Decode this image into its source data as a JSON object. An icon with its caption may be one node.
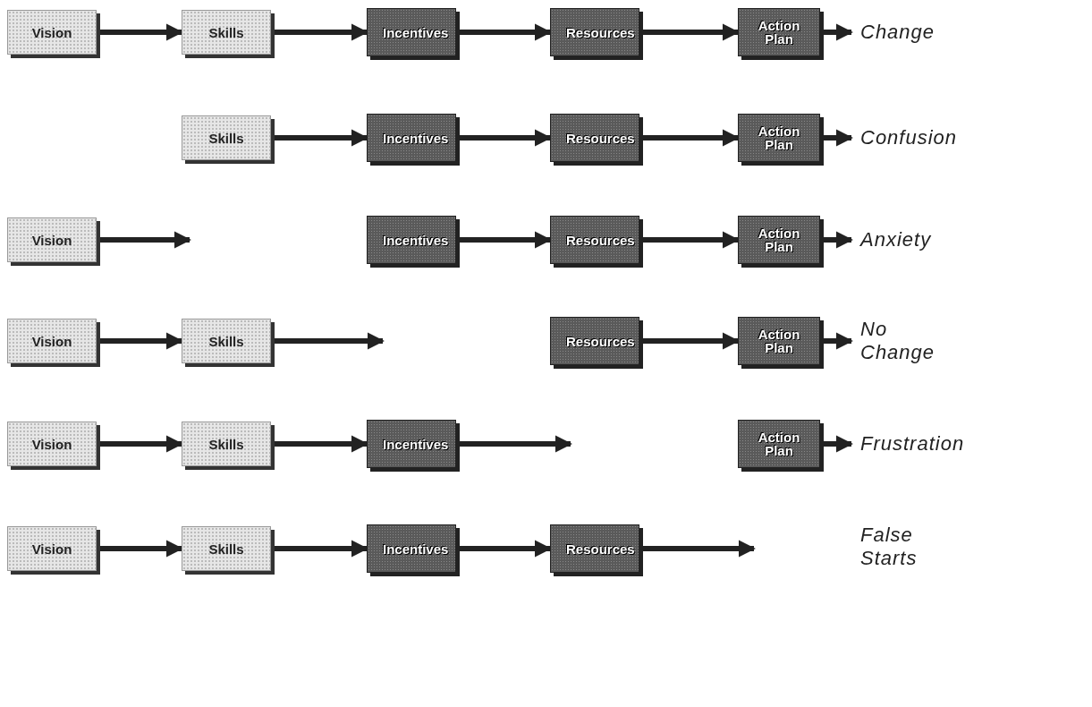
{
  "diagram": {
    "nodes": [
      {
        "text": [
          "Vision"
        ]
      },
      {
        "text": [
          "Skills"
        ]
      },
      {
        "text": [
          "Incentives"
        ]
      },
      {
        "text": [
          "Resources"
        ]
      },
      {
        "text": [
          "Action Plan"
        ]
      },
      {
        "text": [
          "Change"
        ]
      },
      {
        "text": [
          "Skills"
        ]
      },
      {
        "text": [
          "Incentives"
        ]
      },
      {
        "text": [
          "Resources"
        ]
      },
      {
        "text": [
          "Action Plan"
        ]
      },
      {
        "text": [
          "Confusion"
        ]
      },
      {
        "text": [
          "Vision"
        ]
      },
      {
        "text": [
          "Incentives"
        ]
      },
      {
        "text": [
          "Resources"
        ]
      },
      {
        "text": [
          "Action Plan"
        ]
      },
      {
        "text": [
          "Anxiety"
        ]
      },
      {
        "text": [
          "Vision"
        ]
      },
      {
        "text": [
          "Skills"
        ]
      },
      {
        "text": [
          "Resources"
        ]
      },
      {
        "text": [
          "Action Plan"
        ]
      },
      {
        "text": [
          "No Change"
        ]
      },
      {
        "text": [
          "Vision"
        ]
      },
      {
        "text": [
          "Skills"
        ]
      },
      {
        "text": [
          "Incentives"
        ]
      },
      {
        "text": [
          "Action Plan"
        ]
      },
      {
        "text": [
          "Frustration"
        ]
      },
      {
        "text": [
          "Vision"
        ]
      },
      {
        "text": [
          "Skills"
        ]
      },
      {
        "text": [
          "Incentives"
        ]
      },
      {
        "text": [
          "Resources"
        ]
      }
    ],
    "edges": [
      {
        "from": 0,
        "to": 1,
        "arrow": "to"
      },
      {
        "from": 1,
        "to": 2,
        "arrow": "to"
      },
      {
        "from": 2,
        "to": 3,
        "arrow": "to"
      },
      {
        "from": 3,
        "to": 4,
        "arrow": "to"
      },
      {
        "from": 4,
        "to": 5,
        "arrow": "to"
      },
      {
        "from": 6,
        "to": 7,
        "arrow": "to"
      },
      {
        "from": 7,
        "to": 8,
        "arrow": "to"
      },
      {
        "from": 8,
        "to": 9,
        "arrow": "to"
      },
      {
        "from": 9,
        "to": 10,
        "arrow": "to"
      },
      {
        "from": 11,
        "to": null,
        "arrow": "to"
      },
      {
        "from": 12,
        "to": 13,
        "arrow": "to"
      },
      {
        "from": 13,
        "to": 14,
        "arrow": "to"
      },
      {
        "from": 14,
        "to": 15,
        "arrow": "to"
      },
      {
        "from": 16,
        "to": 17,
        "arrow": "to"
      },
      {
        "from": 17,
        "to": null,
        "arrow": "to"
      },
      {
        "from": 18,
        "to": 19,
        "arrow": "to"
      },
      {
        "from": 19,
        "to": 20,
        "arrow": "to"
      },
      {
        "from": 21,
        "to": 22,
        "arrow": "to"
      },
      {
        "from": 22,
        "to": 23,
        "arrow": "to"
      },
      {
        "from": 23,
        "to": null,
        "arrow": "to"
      },
      {
        "from": 24,
        "to": 25,
        "arrow": "to"
      },
      {
        "from": 26,
        "to": 27,
        "arrow": "to"
      },
      {
        "from": 27,
        "to": 28,
        "arrow": "to"
      },
      {
        "from": 28,
        "to": 29,
        "arrow": "to"
      },
      {
        "from": 29,
        "to": null,
        "arrow": "to"
      }
    ],
    "labels": [
      "False Starts"
    ]
  }
}
